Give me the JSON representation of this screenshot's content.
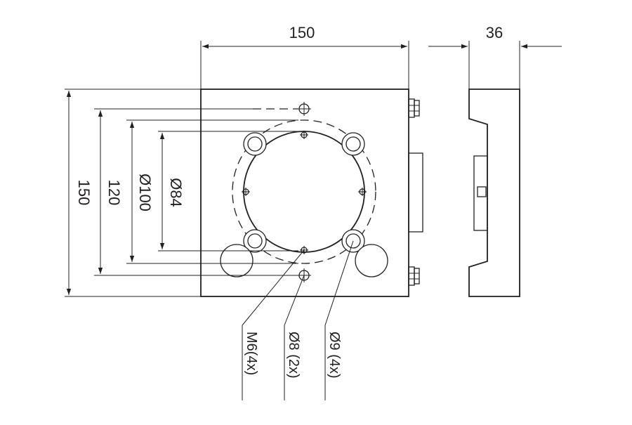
{
  "top_view_labels": {
    "width": "150",
    "height": "150",
    "dim_120": "120",
    "dim_100": "Ø100",
    "dim_84": "Ø84"
  },
  "side_view_labels": {
    "thickness": "36"
  },
  "callouts": {
    "m6": "M6(4x)",
    "d8": "Ø8 (2x)",
    "d9": "Ø9 (4x)"
  }
}
